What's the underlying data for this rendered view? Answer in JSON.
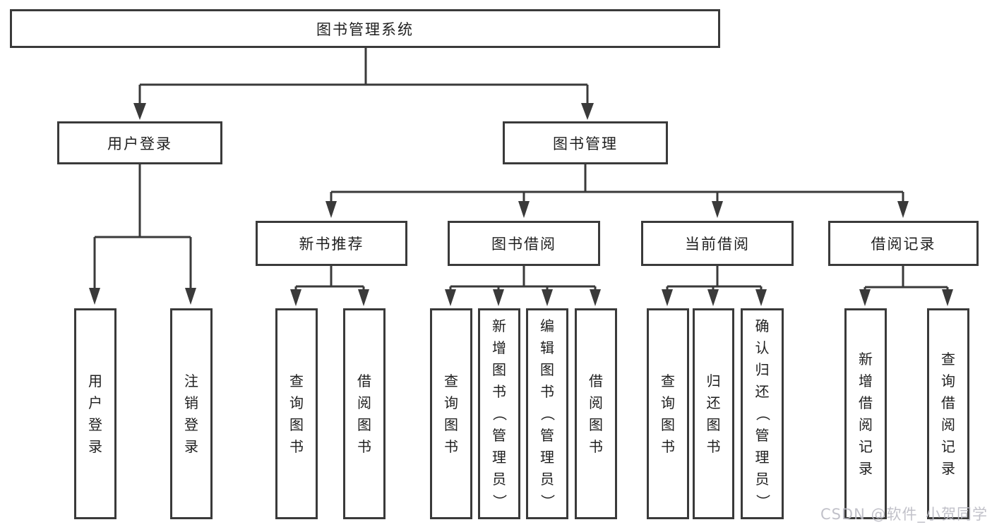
{
  "diagram": {
    "root": {
      "label": "图书管理系统"
    },
    "level2": [
      {
        "label": "用户登录"
      },
      {
        "label": "图书管理"
      }
    ],
    "level3": [
      {
        "label": "新书推荐"
      },
      {
        "label": "图书借阅"
      },
      {
        "label": "当前借阅"
      },
      {
        "label": "借阅记录"
      }
    ],
    "leaves": {
      "user_login": [
        "用户登录",
        "注销登录"
      ],
      "new_books": [
        "查询图书",
        "借阅图书"
      ],
      "book_borrow": [
        "查询图书",
        "新增图书（管理员）",
        "编辑图书（管理员）",
        "借阅图书"
      ],
      "current_borrow": [
        "查询图书",
        "归还图书",
        "确认归还（管理员）"
      ],
      "borrow_records": [
        "新增借阅记录",
        "查询借阅记录"
      ]
    }
  },
  "watermark": {
    "text": "CSDN @软件_小贺同学"
  },
  "colors": {
    "line": "#3a3a3a",
    "text": "#1f1f1f",
    "background": "#ffffff",
    "watermark": "#bcbcc2"
  }
}
